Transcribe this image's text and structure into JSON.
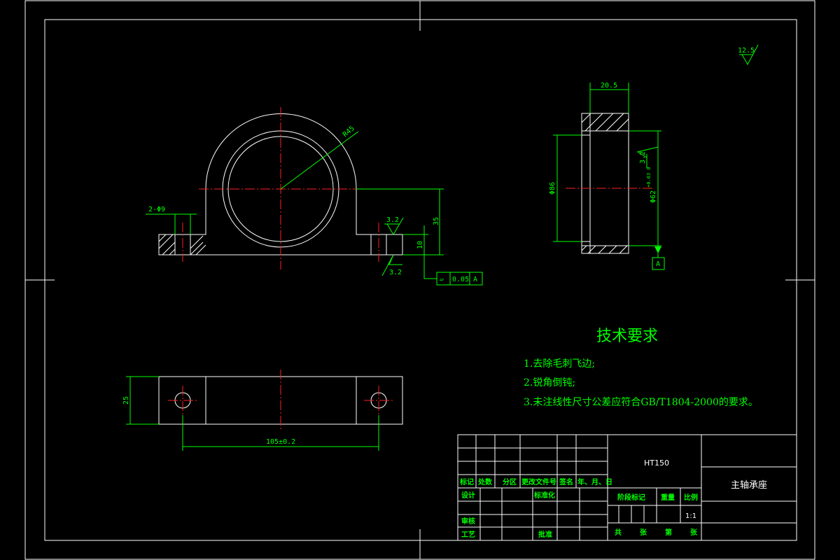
{
  "drawing": {
    "roughness_general": "12.5",
    "front_view": {
      "hole_count_label": "2-Φ9",
      "radius_label": "R45",
      "height_label": "35",
      "base_height_label": "10",
      "roughness_top": "3.2",
      "roughness_bottom": "3.2",
      "flatness_symbol": "▱",
      "flatness_value": "0.05",
      "datum_ref": "A"
    },
    "side_view": {
      "width_label": "20.5",
      "bore_label": "Φ86",
      "outer_dia_label": "Φ62",
      "tolerance_label": "+0.03 0",
      "roughness_label": "3.2",
      "datum_label": "A"
    },
    "top_view": {
      "width_label": "25",
      "length_label": "105±0.2"
    }
  },
  "requirements": {
    "title": "技术要求",
    "items": [
      "1.去除毛刺飞边;",
      "2.锐角倒钝;",
      "3.未注线性尺寸公差应符合GB/T1804-2000的要求。"
    ]
  },
  "title_block": {
    "material": "HT150",
    "part_name": "主轴承座",
    "scale": "1:1",
    "headers": {
      "mark": "标记",
      "count": "处数",
      "zone": "分区",
      "change_doc": "更改文件号",
      "signature": "签名",
      "date": "年、月、日",
      "design": "设计",
      "standardize": "标准化",
      "review": "审核",
      "process": "工艺",
      "approve": "批准",
      "stage_mark": "阶段标记",
      "weight": "重量",
      "scale_label": "比例",
      "total": "共",
      "sheets": "张",
      "page": "第"
    }
  }
}
